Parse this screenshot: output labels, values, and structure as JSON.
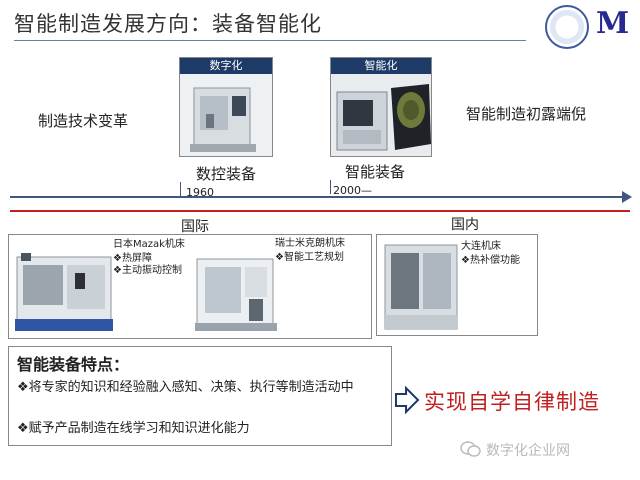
{
  "title": "智能制造发展方向：装备智能化",
  "timeline": {
    "left_label": "制造技术变革",
    "right_label": "智能制造初露端倪",
    "stage1": {
      "tag": "数字化",
      "caption": "数控装备",
      "year": "1960"
    },
    "stage2": {
      "tag": "智能化",
      "caption": "智能装备",
      "year": "2000—"
    }
  },
  "regions": {
    "intl": "国际",
    "domestic": "国内"
  },
  "machines": {
    "mazak": {
      "name": "日本Mazak机床",
      "features": [
        "❖热屏障",
        "❖主动振动控制"
      ]
    },
    "swiss": {
      "name": "瑞士米克朗机床",
      "features": [
        "❖智能工艺规划"
      ]
    },
    "dalian": {
      "name": "大连机床",
      "features": [
        "❖热补偿功能"
      ]
    }
  },
  "features": {
    "title": "智能装备特点：",
    "items": [
      "❖将专家的知识和经验融入感知、决策、执行等制造活动中",
      "❖赋予产品制造在线学习和知识进化能力"
    ]
  },
  "conclusion": "实现自学自律制造",
  "watermark": "数字化企业网",
  "colors": {
    "accent_red": "#c0201f",
    "navy": "#1d3b66",
    "axis": "#3f5680"
  }
}
